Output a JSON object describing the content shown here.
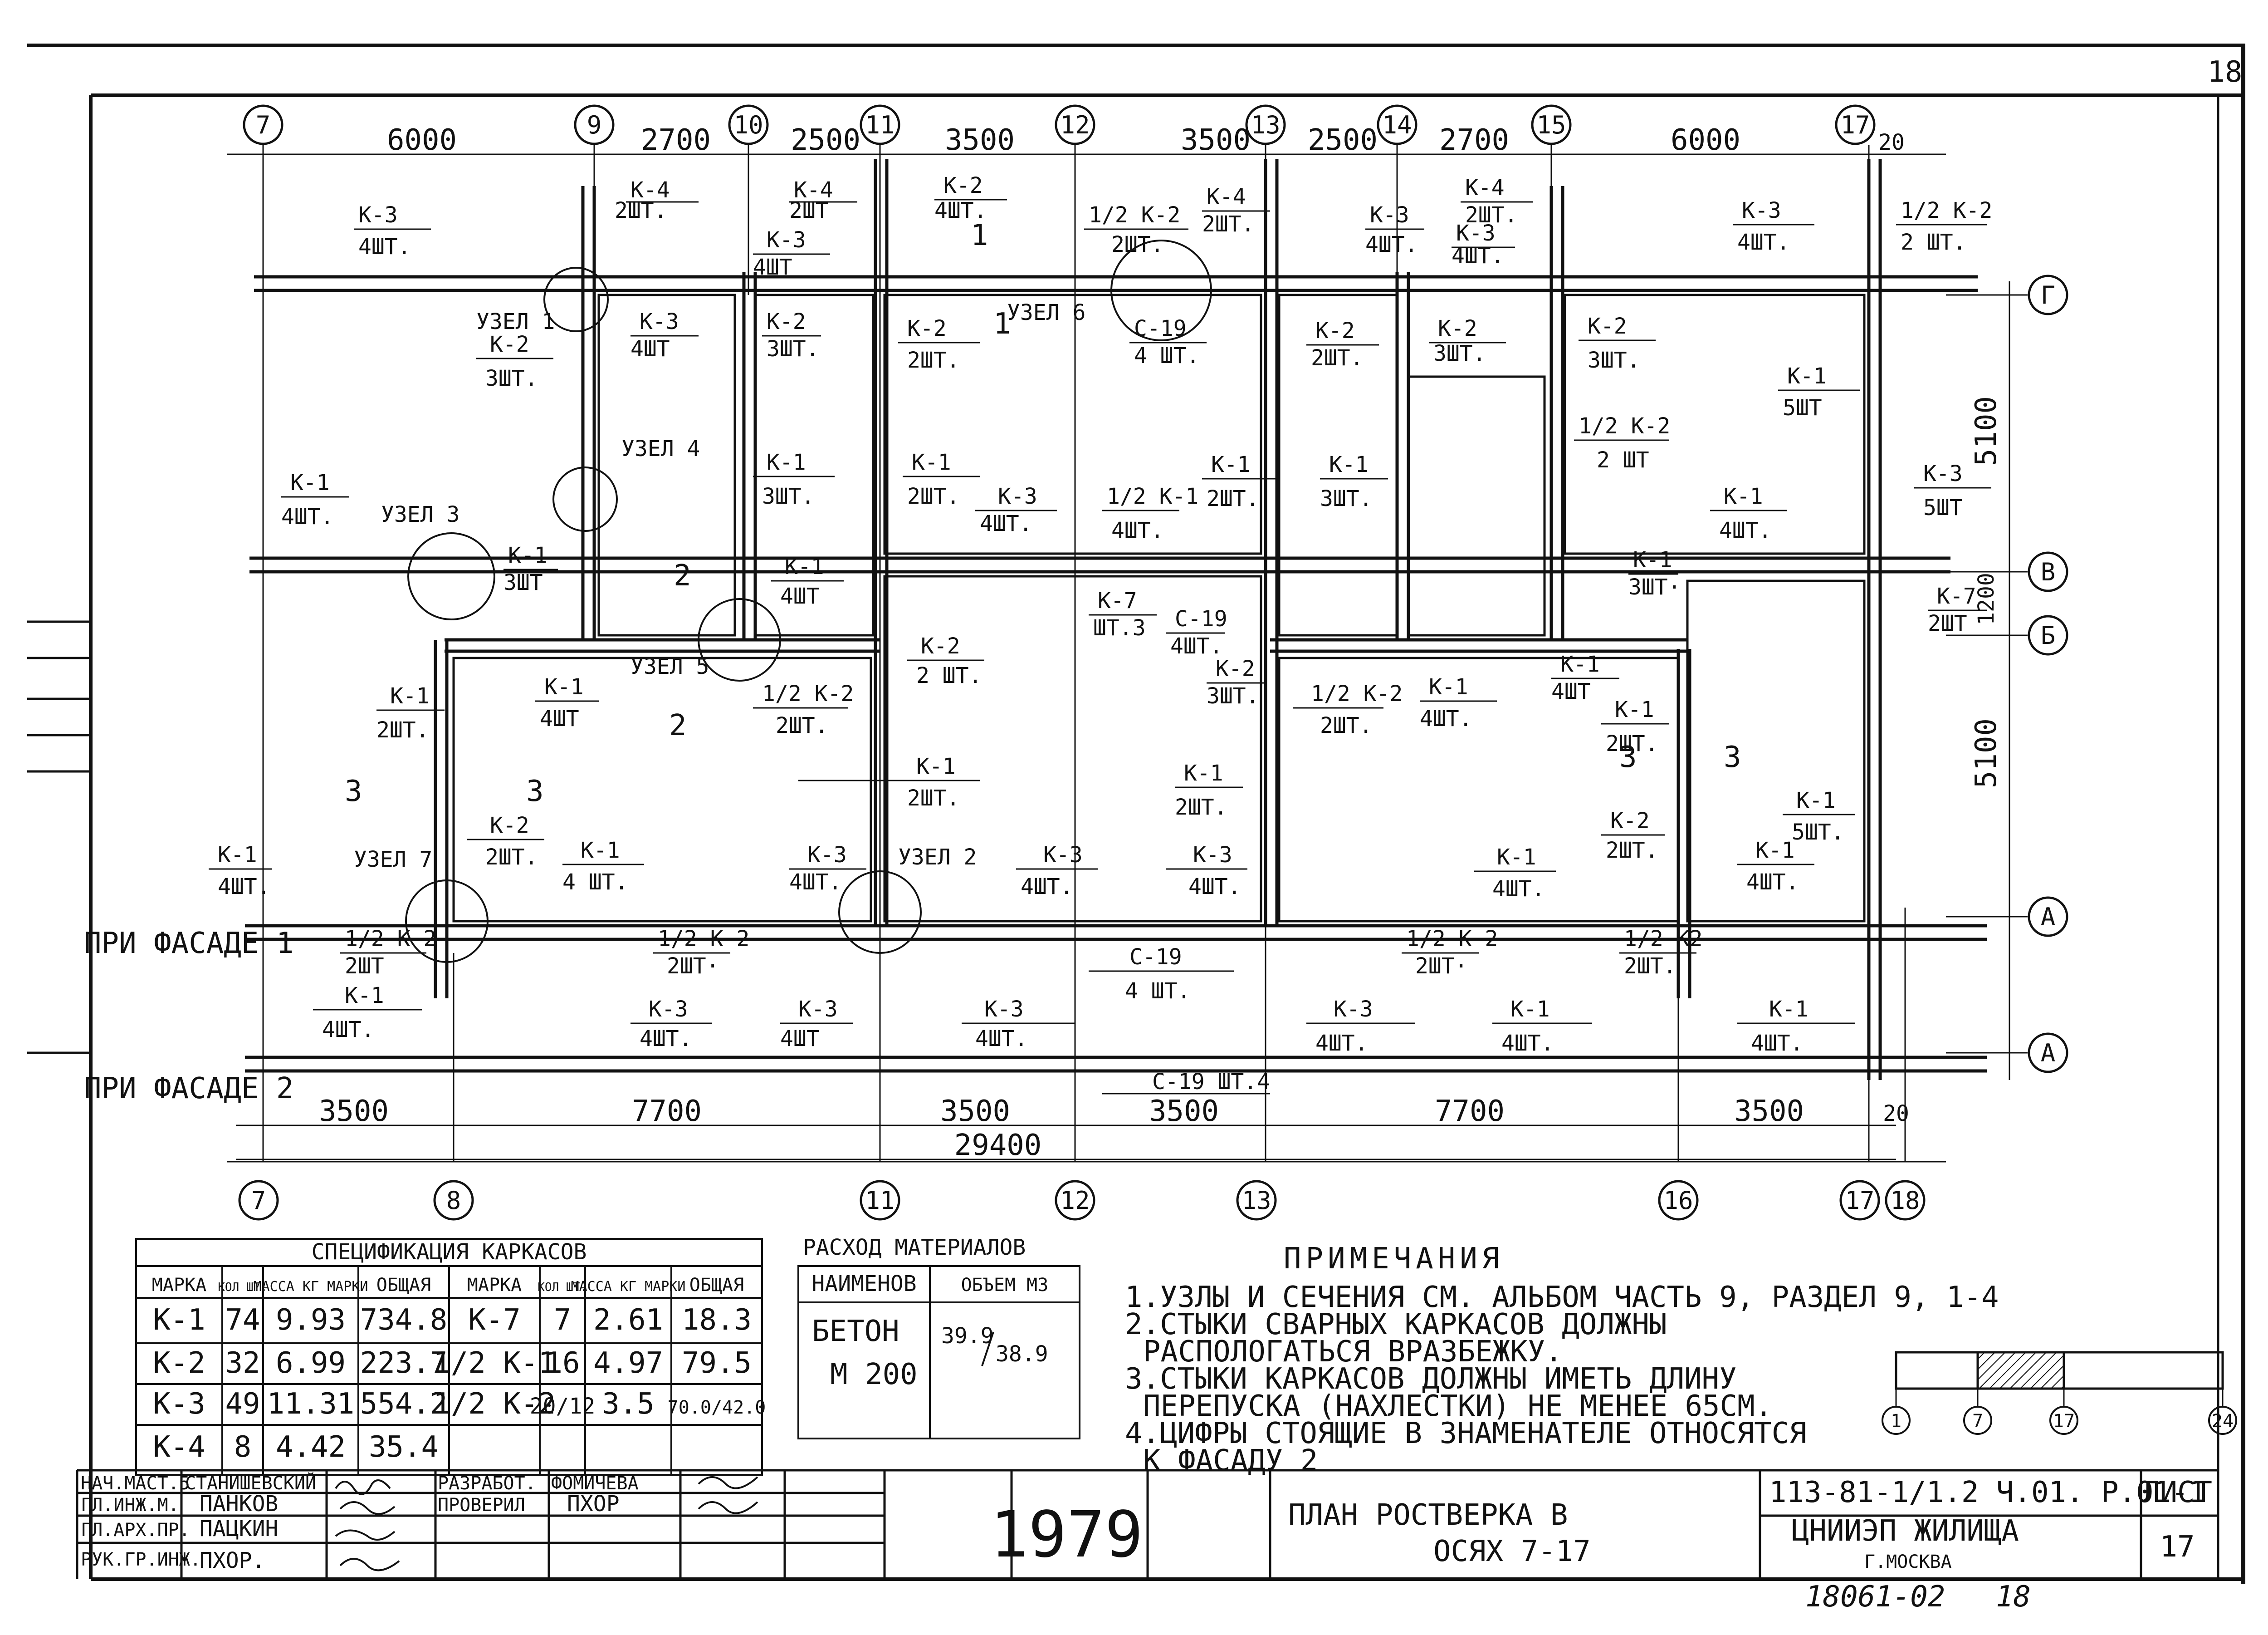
{
  "sheet_number_corner": "18",
  "axes_top": [
    "7",
    "9",
    "10",
    "11",
    "12",
    "13",
    "14",
    "15",
    "17"
  ],
  "axes_bottom": [
    "7",
    "8",
    "11",
    "12",
    "13",
    "16",
    "17",
    "18"
  ],
  "axes_right": [
    "Г",
    "В",
    "Б",
    "А",
    "А"
  ],
  "dims_top": [
    "6000",
    "2700",
    "2500",
    "3500",
    "3500",
    "2500",
    "2700",
    "6000",
    "20"
  ],
  "dims_bottom_row1": [
    "3500",
    "7700",
    "3500",
    "3500",
    "7700",
    "3500",
    "20"
  ],
  "dims_total": "29400",
  "dims_right": [
    "5100",
    "5100",
    "1200"
  ],
  "facade_labels": [
    "ПРИ ФАСАДЕ 1",
    "ПРИ ФАСАДЕ 2"
  ],
  "node_labels": [
    "УЗЕЛ 1",
    "УЗЕЛ 4",
    "УЗЕЛ 3",
    "УЗЕЛ 5",
    "УЗЕЛ 6",
    "УЗЕЛ 7",
    "УЗЕЛ 2"
  ],
  "frame_labels": [
    {
      "mark": "К-3",
      "qty": "4ШТ."
    },
    {
      "mark": "К-4",
      "qty": "2ШТ."
    },
    {
      "mark": "К-4",
      "qty": "2ШТ"
    },
    {
      "mark": "К-3",
      "qty": "4ШТ"
    },
    {
      "mark": "К-2",
      "qty": "4ШТ."
    },
    {
      "mark": "1/2 К-2",
      "qty": "2ШТ."
    },
    {
      "mark": "К-4",
      "qty": "2ШТ."
    },
    {
      "mark": "К-3",
      "qty": "4ШТ."
    },
    {
      "mark": "К-4",
      "qty": "2ШТ."
    },
    {
      "mark": "К-3",
      "qty": "4ШТ."
    },
    {
      "mark": "К-3",
      "qty": "4ШТ."
    },
    {
      "mark": "1/2 К-2",
      "qty": "2 ШТ."
    },
    {
      "mark": "К-2",
      "qty": "3ШТ."
    },
    {
      "mark": "К-3",
      "qty": "4ШТ"
    },
    {
      "mark": "К-2",
      "qty": "3ШТ."
    },
    {
      "mark": "К-2",
      "qty": "2ШТ."
    },
    {
      "mark": "С-19",
      "qty": "4 ШТ."
    },
    {
      "mark": "К-2",
      "qty": "2ШТ."
    },
    {
      "mark": "К-2",
      "qty": "3ШТ."
    },
    {
      "mark": "К-2",
      "qty": "3ШТ."
    },
    {
      "mark": "К-1",
      "qty": "5ШТ"
    },
    {
      "mark": "1/2 К-2",
      "qty": "2 ШТ"
    },
    {
      "mark": "К-1",
      "qty": "4ШТ."
    },
    {
      "mark": "К-1",
      "qty": "3ШТ."
    },
    {
      "mark": "К-1",
      "qty": "2ШТ."
    },
    {
      "mark": "К-3",
      "qty": "4ШТ."
    },
    {
      "mark": "1/2 К-1",
      "qty": "4ШТ."
    },
    {
      "mark": "К-1",
      "qty": "2ШТ."
    },
    {
      "mark": "К-1",
      "qty": "3ШТ."
    },
    {
      "mark": "К-1",
      "qty": "4ШТ."
    },
    {
      "mark": "К-3",
      "qty": "5ШТ"
    },
    {
      "mark": "К-1",
      "qty": "3ШТ"
    },
    {
      "mark": "К-1",
      "qty": "4ШТ"
    },
    {
      "mark": "К-1",
      "qty": "3ШТ·"
    },
    {
      "mark": "К-7",
      "qty": "ШТ.3"
    },
    {
      "mark": "С-19",
      "qty": "4ШТ."
    },
    {
      "mark": "К-2",
      "qty": "2 ШТ."
    },
    {
      "mark": "К-2",
      "qty": "3ШТ."
    },
    {
      "mark": "К-7",
      "qty": "2ШТ"
    },
    {
      "mark": "К-1",
      "qty": "2ШТ."
    },
    {
      "mark": "К-1",
      "qty": "4ШТ"
    },
    {
      "mark": "1/2 К-2",
      "qty": "2ШТ."
    },
    {
      "mark": "1/2 К-2",
      "qty": "2ШТ."
    },
    {
      "mark": "К-1",
      "qty": "4ШТ."
    },
    {
      "mark": "К-1",
      "qty": "4ШТ"
    },
    {
      "mark": "К-1",
      "qty": "2ШТ."
    },
    {
      "mark": "К-1",
      "qty": "2ШТ."
    },
    {
      "mark": "К-1",
      "qty": "2ШТ."
    },
    {
      "mark": "К-2",
      "qty": "2ШТ."
    },
    {
      "mark": "К-1",
      "qty": "4 ШТ."
    },
    {
      "mark": "К-3",
      "qty": "4ШТ."
    },
    {
      "mark": "К-3",
      "qty": "4ШТ."
    },
    {
      "mark": "К-3",
      "qty": "4ШТ."
    },
    {
      "mark": "К-1",
      "qty": "4ШТ."
    },
    {
      "mark": "К-1",
      "qty": "5ШТ."
    },
    {
      "mark": "К-1",
      "qty": "4ШТ."
    },
    {
      "mark": "К-1",
      "qty": "4ШТ."
    },
    {
      "mark": "К-2",
      "qty": "2ШТ."
    },
    {
      "mark": "С-19",
      "qty": "4 ШТ."
    },
    {
      "mark": "1/2 К-2",
      "qty": "2ШТ"
    },
    {
      "mark": "1/2 К-2",
      "qty": "2ШТ·"
    },
    {
      "mark": "1/2 К-2",
      "qty": "2ШТ·"
    },
    {
      "mark": "1/2 К2",
      "qty": "2ШТ."
    },
    {
      "mark": "К-1",
      "qty": "4ШТ."
    },
    {
      "mark": "К-3",
      "qty": "4ШТ."
    },
    {
      "mark": "К-3",
      "qty": "4ШТ"
    },
    {
      "mark": "К-3",
      "qty": "4ШТ."
    },
    {
      "mark": "К-3",
      "qty": "4ШТ."
    },
    {
      "mark": "К-1",
      "qty": "4ШТ."
    },
    {
      "mark": "К-1",
      "qty": "4ШТ."
    },
    {
      "mark": "С-19 ШТ.4",
      "qty": ""
    }
  ],
  "room_numbers": [
    "1",
    "1",
    "2",
    "2",
    "3",
    "3",
    "3",
    "3"
  ],
  "spec_table": {
    "title": "СПЕЦИФИКАЦИЯ КАРКАСОВ",
    "headers": [
      "МАРКА",
      "КОЛ ШТ.",
      "МАССА КГ МАРКИ",
      "ОБЩАЯ",
      "МАРКА",
      "КОЛ ШТ.",
      "МАССА КГ МАРКИ",
      "ОБЩАЯ"
    ],
    "rows": [
      [
        "К-1",
        "74",
        "9.93",
        "734.8",
        "К-7",
        "7",
        "2.61",
        "18.3"
      ],
      [
        "К-2",
        "32",
        "6.99",
        "223.7",
        "1/2 К-1",
        "16",
        "4.97",
        "79.5"
      ],
      [
        "К-3",
        "49",
        "11.31",
        "554.2",
        "1/2 К-2",
        "20/12",
        "3.5",
        "70.0/42.0"
      ],
      [
        "К-4",
        "8",
        "4.42",
        "35.4",
        "",
        "",
        "",
        ""
      ]
    ]
  },
  "materials": {
    "title": "РАСХОД МАТЕРИАЛОВ",
    "headers": [
      "НАИМЕНОВ",
      "ОБЪЕМ М3"
    ],
    "name": "БЕТОН",
    "grade": "М 200",
    "volume_num": "39.9",
    "volume_den": "38.9"
  },
  "notes": {
    "title": "ПРИМЕЧАНИЯ",
    "lines": [
      "1.УЗЛЫ И СЕЧЕНИЯ  СМ. АЛЬБОМ ЧАСТЬ 9, РАЗДЕЛ 9, 1-4",
      "2.СТЫКИ СВАРНЫХ КАРКАСОВ ДОЛЖНЫ",
      "РАСПОЛОГАТЬСЯ  ВРАЗБЕЖКУ.",
      "3.СТЫКИ КАРКАСОВ ДОЛЖНЫ ИМЕТЬ ДЛИНУ",
      "ПЕРЕПУСКА (НАХЛЕСТКИ) НЕ МЕНЕЕ 65СМ.",
      "4.ЦИФРЫ СТОЯЩИЕ В ЗНАМЕНАТЕЛЕ ОТНОСЯТСЯ",
      "К ФАСАДУ 2"
    ]
  },
  "key_plan": [
    "1",
    "7",
    "17",
    "24"
  ],
  "stamp": {
    "roles": [
      "НАЧ.МАСТ.5",
      "ГЛ.ИНЖ.М.",
      "ГЛ.АРХ.ПР.",
      "РУК.ГР.ИНЖ."
    ],
    "names": [
      "СТАНИШЕВСКИЙ",
      "ПАНКОВ",
      "ПАЦКИН",
      "ПХОР."
    ],
    "roles2": [
      "РАЗРАБОТ.",
      "ПРОВЕРИЛ"
    ],
    "names2": [
      "ФОМИЧЕВА",
      "ПХОР"
    ],
    "year": "1979",
    "title_line1": "ПЛАН  РОСТВЕРКА  В",
    "title_line2": "ОСЯХ  7-17",
    "code": "113-81-1/1.2 Ч.01. Р.01-1",
    "org": "ЦНИИЭП ЖИЛИЩА",
    "city": "Г.МОСКВА",
    "sheet_label": "ЛИСТ",
    "sheet_no": "17"
  },
  "handwritten": [
    "18061-02",
    "18"
  ]
}
